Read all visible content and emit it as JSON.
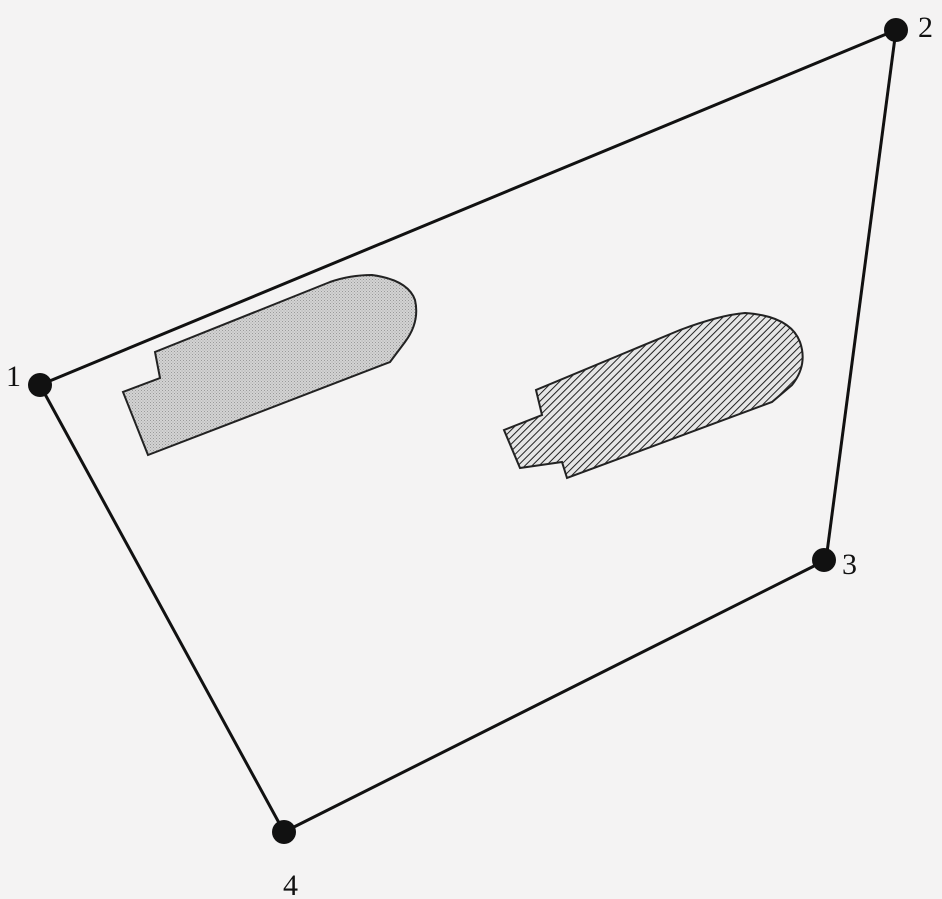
{
  "diagram": {
    "vertices": [
      {
        "id": "1",
        "label": "1"
      },
      {
        "id": "2",
        "label": "2"
      },
      {
        "id": "3",
        "label": "3"
      },
      {
        "id": "4",
        "label": "4"
      }
    ],
    "edges": [
      {
        "from": "1",
        "to": "2"
      },
      {
        "from": "2",
        "to": "3"
      },
      {
        "from": "3",
        "to": "4"
      },
      {
        "from": "4",
        "to": "1"
      }
    ],
    "shapes": [
      {
        "name": "left-ship-outline",
        "fill": "dotted-gray"
      },
      {
        "name": "right-ship-outline",
        "fill": "hatched"
      }
    ],
    "colors": {
      "background": "#f4f3f3",
      "line": "#111111",
      "vertex": "#111111",
      "dotted_fill": "#c9c9c9",
      "hatch": "#222222"
    }
  }
}
